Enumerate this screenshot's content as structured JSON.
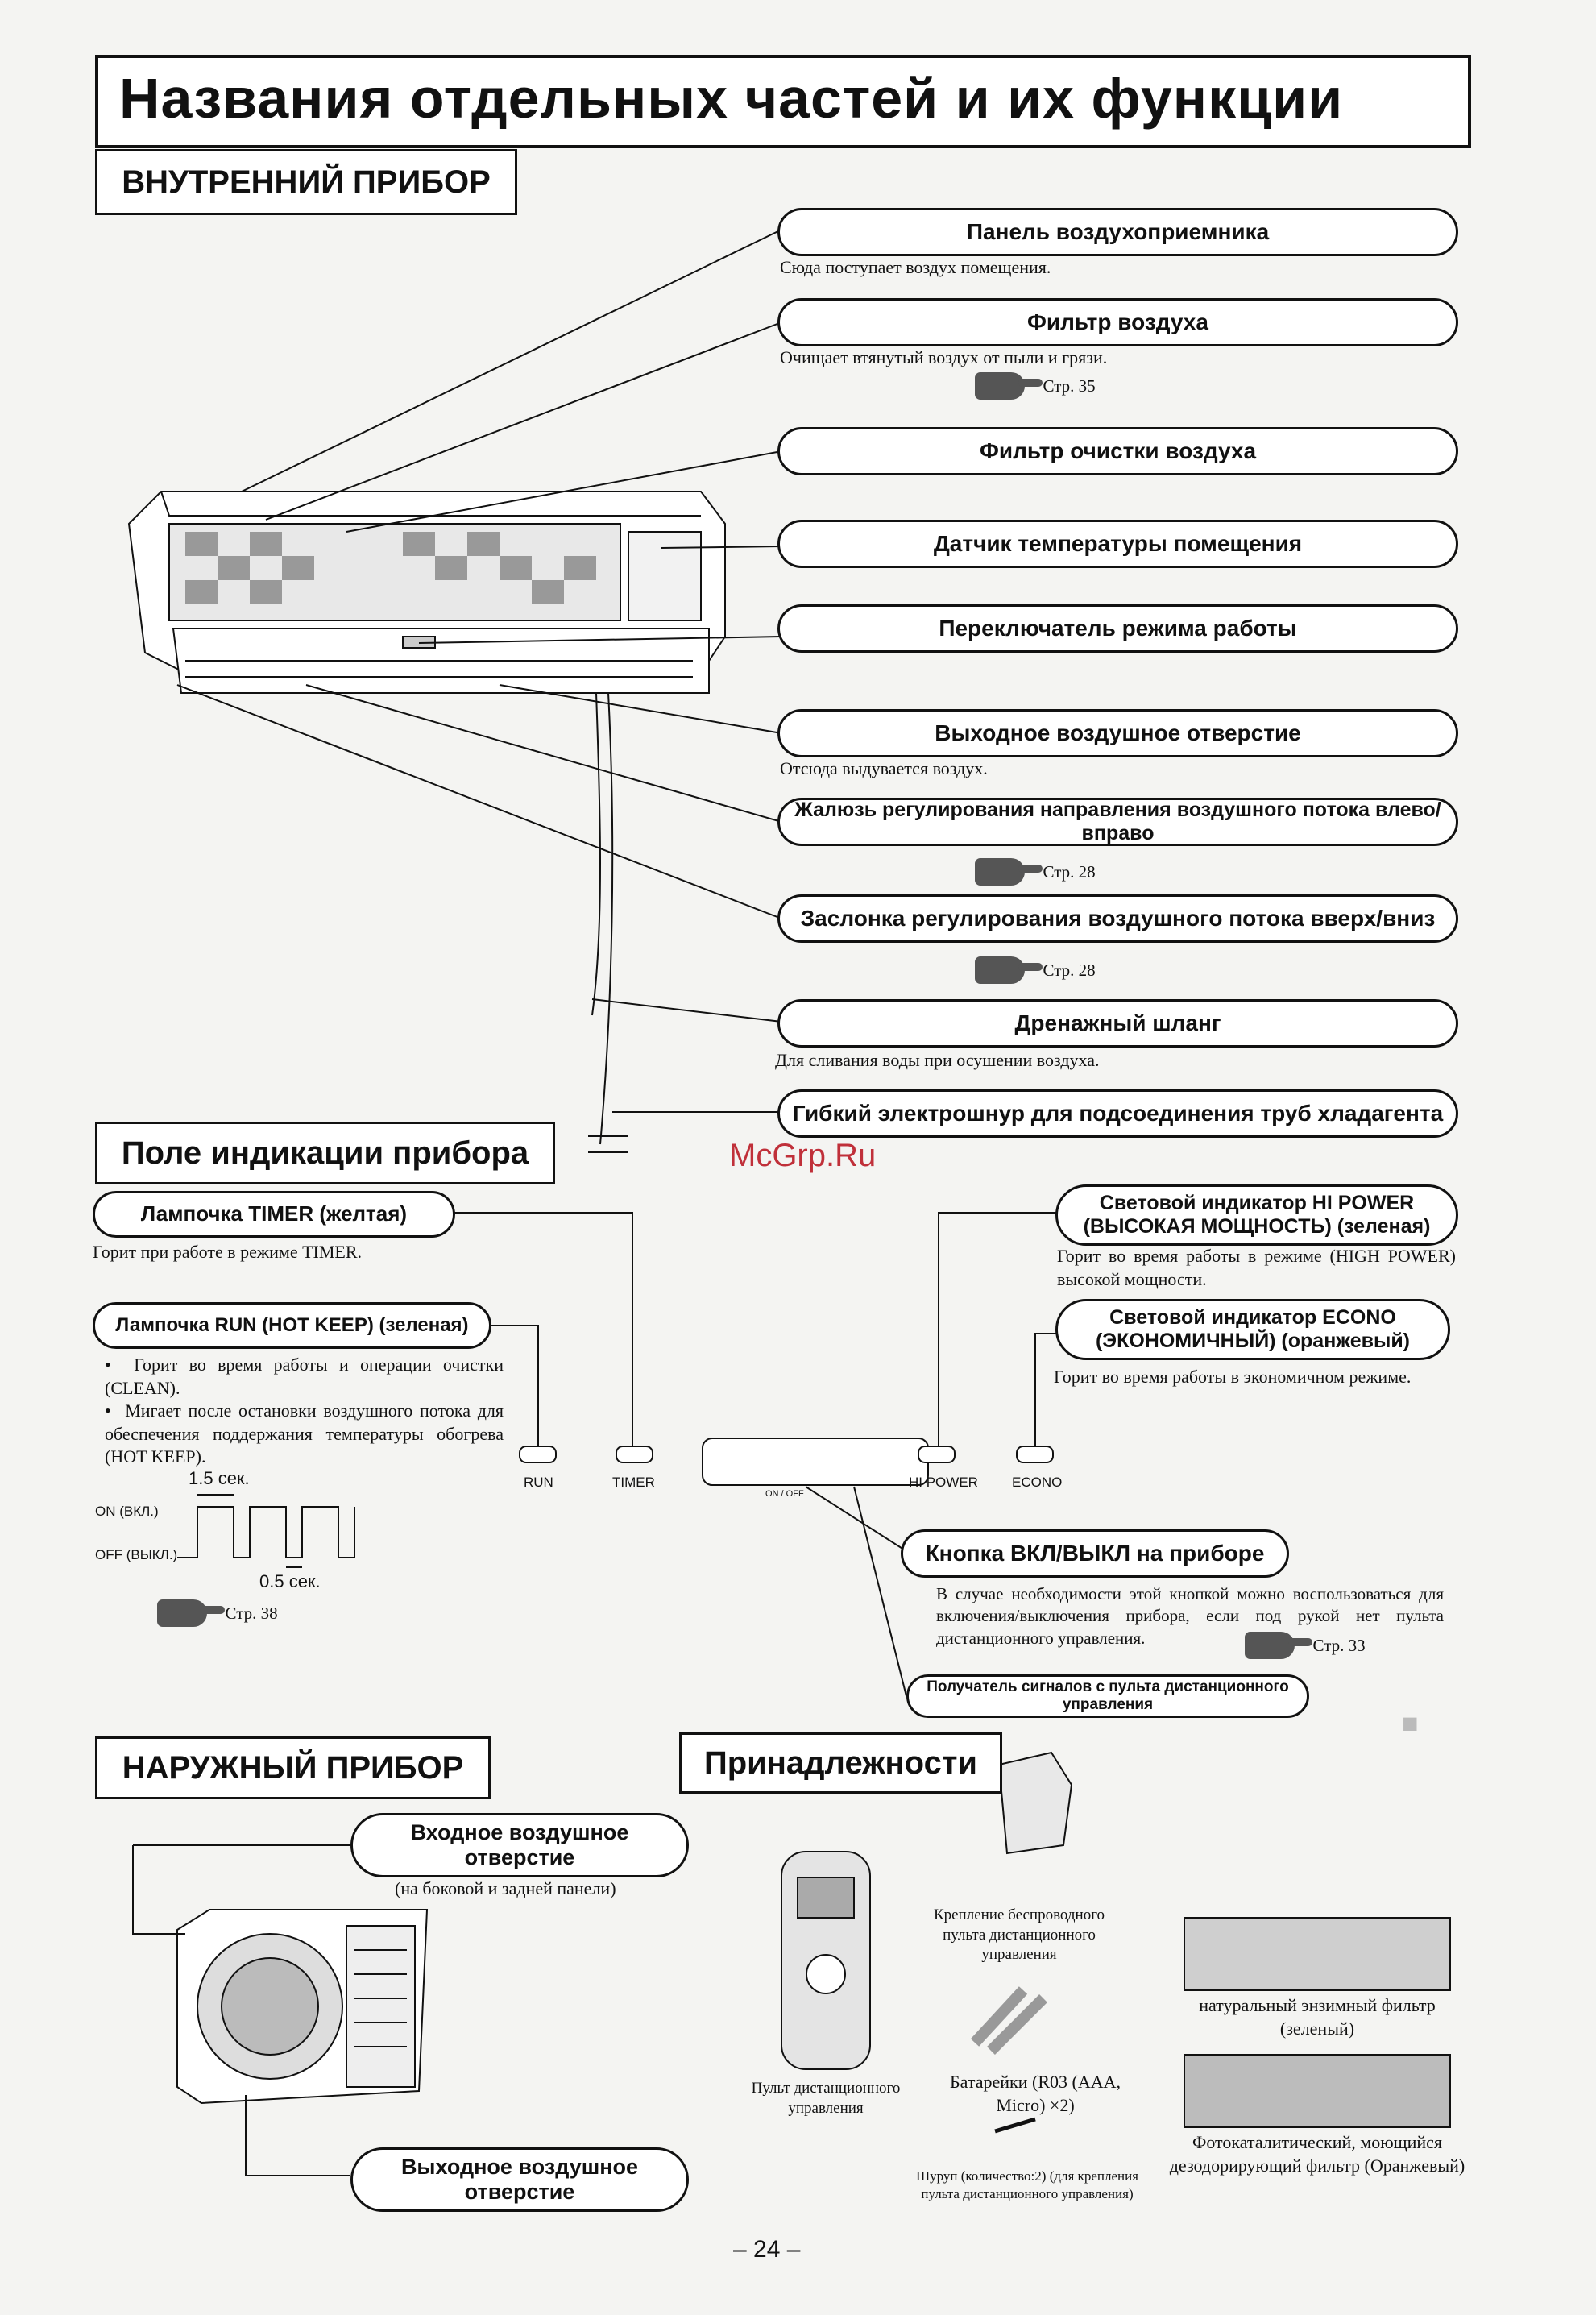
{
  "title": "Названия отдельных частей и их функции",
  "watermark": "McGrp.Ru",
  "indoor": {
    "heading": "ВНУТРЕННИЙ ПРИБОР",
    "parts": [
      {
        "label": "Панель воздухоприемника",
        "desc": "Сюда поступает воздух помещения."
      },
      {
        "label": "Фильтр воздуха",
        "desc": "Очищает втянутый воздух от пыли и грязи.",
        "ref": "Стр. 35"
      },
      {
        "label": "Фильтр очистки воздуха"
      },
      {
        "label": "Датчик температуры помещения"
      },
      {
        "label": "Переключатель режима работы"
      },
      {
        "label": "Выходное воздушное отверстие",
        "desc": "Отсюда выдувается воздух."
      },
      {
        "label": "Жалюзь регулирования направления воздушного потока влево/вправо",
        "ref": "Стр. 28"
      },
      {
        "label": "Заслонка регулирования воздушного потока вверх/вниз",
        "ref": "Стр. 28"
      },
      {
        "label": "Дренажный шланг",
        "desc": "Для сливания воды при осушении воздуха."
      },
      {
        "label": "Гибкий электрошнур для подсоединения труб хладагента"
      }
    ]
  },
  "display": {
    "heading": "Поле индикации прибора",
    "timer_lamp": {
      "label": "Лампочка TIMER  (желтая)",
      "desc": "Горит при работе в режиме TIMER."
    },
    "run_lamp": {
      "label": "Лампочка  RUN (HOT KEEP) (зеленая)",
      "bullets": [
        "Горит во время работы и операции очистки (CLEAN).",
        "Мигает после остановки воздушного потока для обеспечения поддержания температуры обогрева (HOT KEEP)."
      ]
    },
    "hipower": {
      "label": "Световой индикатор HI POWER (ВЫСОКАЯ МОЩНОСТЬ) (зеленая)",
      "desc": "Горит во время работы в режиме (HIGH POWER) высокой мощности."
    },
    "econo": {
      "label": "Световой индикатор ECONO (ЭКОНОМИЧНЫЙ) (оранжевый)",
      "desc": "Горит во время работы в экономичном режиме."
    },
    "buttons": [
      "RUN",
      "TIMER",
      "ON / OFF",
      "HI POWER",
      "ECONO"
    ],
    "timing": {
      "on": "ON (ВКЛ.)",
      "off": "OFF (ВЫКЛ.)",
      "t1": "1.5 сек.",
      "t2": "0.5 сек.",
      "ref": "Стр. 38"
    },
    "onoff_button": {
      "label": "Кнопка ВКЛ/ВЫКЛ на приборе",
      "desc": "В случае необходимости этой кнопкой можно воспользоваться для включения/выключения прибора, если под рукой нет пульта дистанционного управления.",
      "ref": "Стр. 33"
    },
    "receiver": {
      "label": "Получатель сигналов с пульта дистанционного управления"
    }
  },
  "outdoor": {
    "heading": "НАРУЖНЫЙ ПРИБОР",
    "inlet": {
      "label": "Входное воздушное отверстие",
      "desc": "(на боковой и задней панели)"
    },
    "outlet": {
      "label": "Выходное воздушное отверстие"
    }
  },
  "accessories": {
    "heading": "Принадлежности",
    "items": {
      "holder": "Крепление беспроводного пульта дистанционного управления",
      "remote": "Пульт дистанционного управления",
      "batteries": "Батарейки (R03 (AAA, Micro) ×2)",
      "screw": "Шуруп (количество:2) (для крепления пульта дистанционного управления)",
      "enzyme_filter": "натуральный энзимный фильтр (зеленый)",
      "photo_filter": "Фотокаталитический, моющийся дезодорирующий фильтр (Оранжевый)"
    }
  },
  "page_number": "– 24 –"
}
